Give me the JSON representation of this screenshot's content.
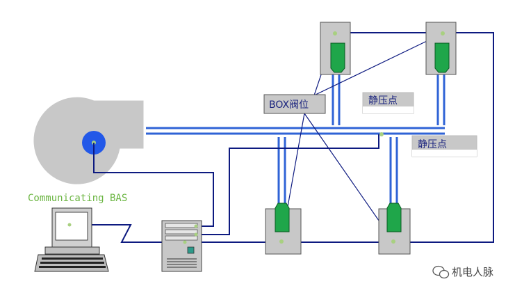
{
  "labels": {
    "box_valve": "BOX阀位",
    "static_pressure_1": "静压点",
    "static_pressure_2": "静压点",
    "bas": "Communicating BAS"
  },
  "watermark": {
    "text": "机电人脉",
    "icon": "wechat-icon"
  },
  "colors": {
    "duct": "#2f63d6",
    "wire": "#0d1a80",
    "node": "#a8d080",
    "vav_body": "#1fa64a",
    "box_fill": "#c0c0c0",
    "text_blue": "#1a237e",
    "bas_green": "#6bb542"
  }
}
